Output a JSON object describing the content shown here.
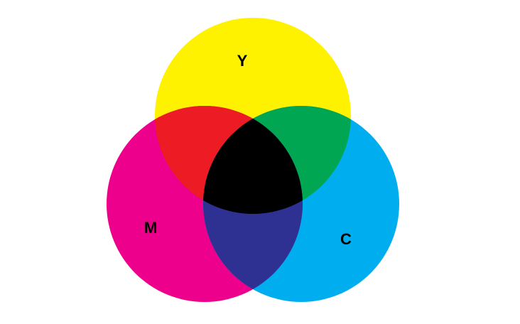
{
  "diagram": {
    "labels": {
      "yellow": "Y",
      "magenta": "M",
      "cyan": "C"
    },
    "colors": {
      "background": "#ffffff",
      "yellow": "#fff200",
      "magenta": "#ec008c",
      "cyan": "#00aeef",
      "red_overlap": "#ed1c24",
      "green_overlap": "#00a651",
      "blue_overlap": "#2e3192",
      "black_center": "#000000"
    }
  }
}
